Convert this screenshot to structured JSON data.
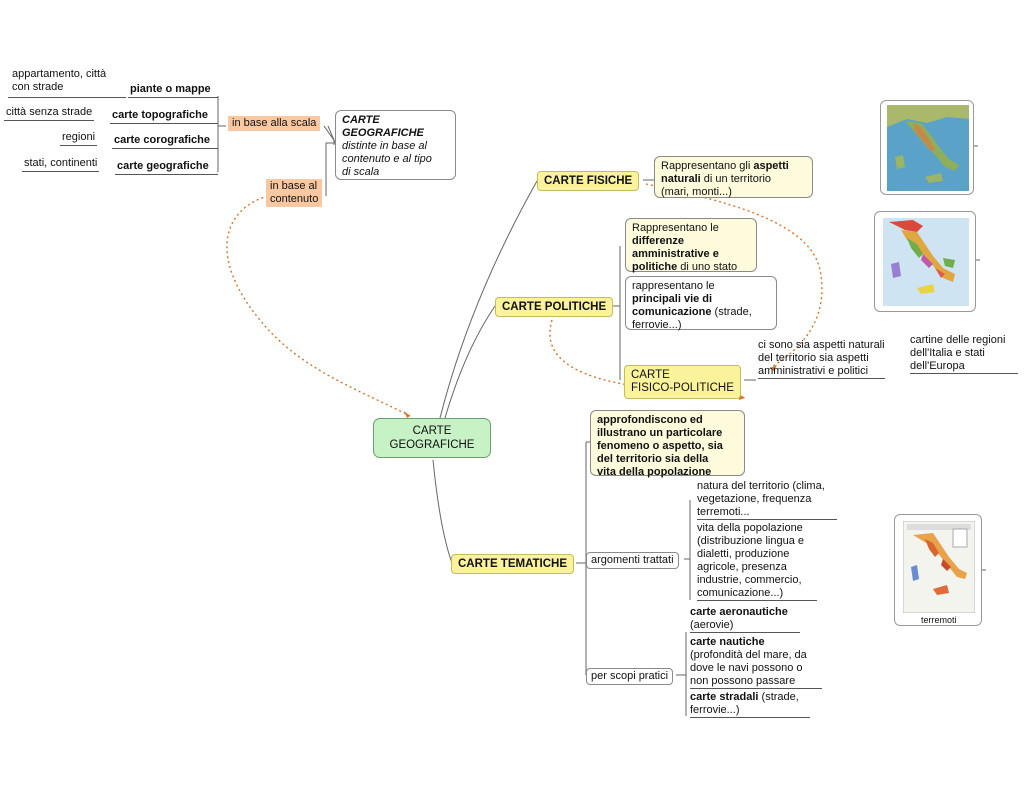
{
  "left": {
    "piante": {
      "side": "appartamento, città\ncon strade",
      "label": "piante o mappe"
    },
    "topografiche": {
      "side": "città senza strade",
      "label": "carte topografiche"
    },
    "corografiche": {
      "side": "regioni",
      "label": "carte corografiche"
    },
    "geografiche": {
      "side": "stati, continenti",
      "label": "carte geografiche"
    },
    "in_base_scala": "in base alla scala",
    "in_base_contenuto": "in base al\ncontenuto",
    "carte_box_title": "CARTE\nGEOGRAFICHE",
    "carte_box_sub": "distinte in base al\ncontenuto e al tipo\ndi scala"
  },
  "central": "CARTE\nGEOGRAFICHE",
  "fisiche": {
    "label": "CARTE FISICHE",
    "desc_pre": "Rappresentano gli ",
    "desc_b1": "aspetti",
    "desc_b2": "naturali",
    "desc_post": " di un territorio",
    "desc_line3": "(mari, monti...)"
  },
  "politiche": {
    "label": "CARTE POLITICHE",
    "d1_line1": "Rappresentano le",
    "d1_b1": "differenze",
    "d1_b2": "amministrative e",
    "d1_b3": "politiche",
    "d1_post": " di uno stato",
    "d2_line1": "rappresentano le",
    "d2_b1": "principali vie di",
    "d2_b2": "comunicazione",
    "d2_post": " (strade,",
    "d2_line4": "ferrovie...)",
    "fp_label": "CARTE\nFISICO-POLITICHE",
    "fp_desc": "ci sono sia aspetti naturali\ndel territorio sia aspetti\namministrativi e politici",
    "fp_note": "cartine delle regioni\ndell'Italia e stati\ndell'Europa"
  },
  "tematiche": {
    "label": "CARTE TEMATICHE",
    "desc": "approfondiscono ed\nillustrano un particolare\nfenomeno o aspetto, sia\ndel territorio sia della\nvita della popolazione",
    "argomenti": "argomenti trattati",
    "arg1": "natura del territorio (clima,\nvegetazione, frequenza\nterremoti...",
    "arg2": "vita della popolazione\n(distribuzione lingua e\ndialetti, produzione\nagricole, presenza\nindustrie, commercio,\ncomunicazione...)",
    "scopi": "per scopi pratici",
    "s1_b": "carte aeronautiche",
    "s1_rest": "(aerovie)",
    "s2_b": "carte nautiche",
    "s2_rest": "(profondità del mare, da\ndove le navi possono o\nnon possono passare",
    "s3_b": "carte stradali",
    "s3_rest": " (strade,",
    "s3_line2": "ferrovie...)",
    "map_caption": "terremoti"
  },
  "colors": {
    "topic_yellow": "#fbf39b",
    "central_green": "#c6f2c6",
    "orange_label": "#f9c8a0",
    "dotted_arrow": "#d9752b"
  }
}
